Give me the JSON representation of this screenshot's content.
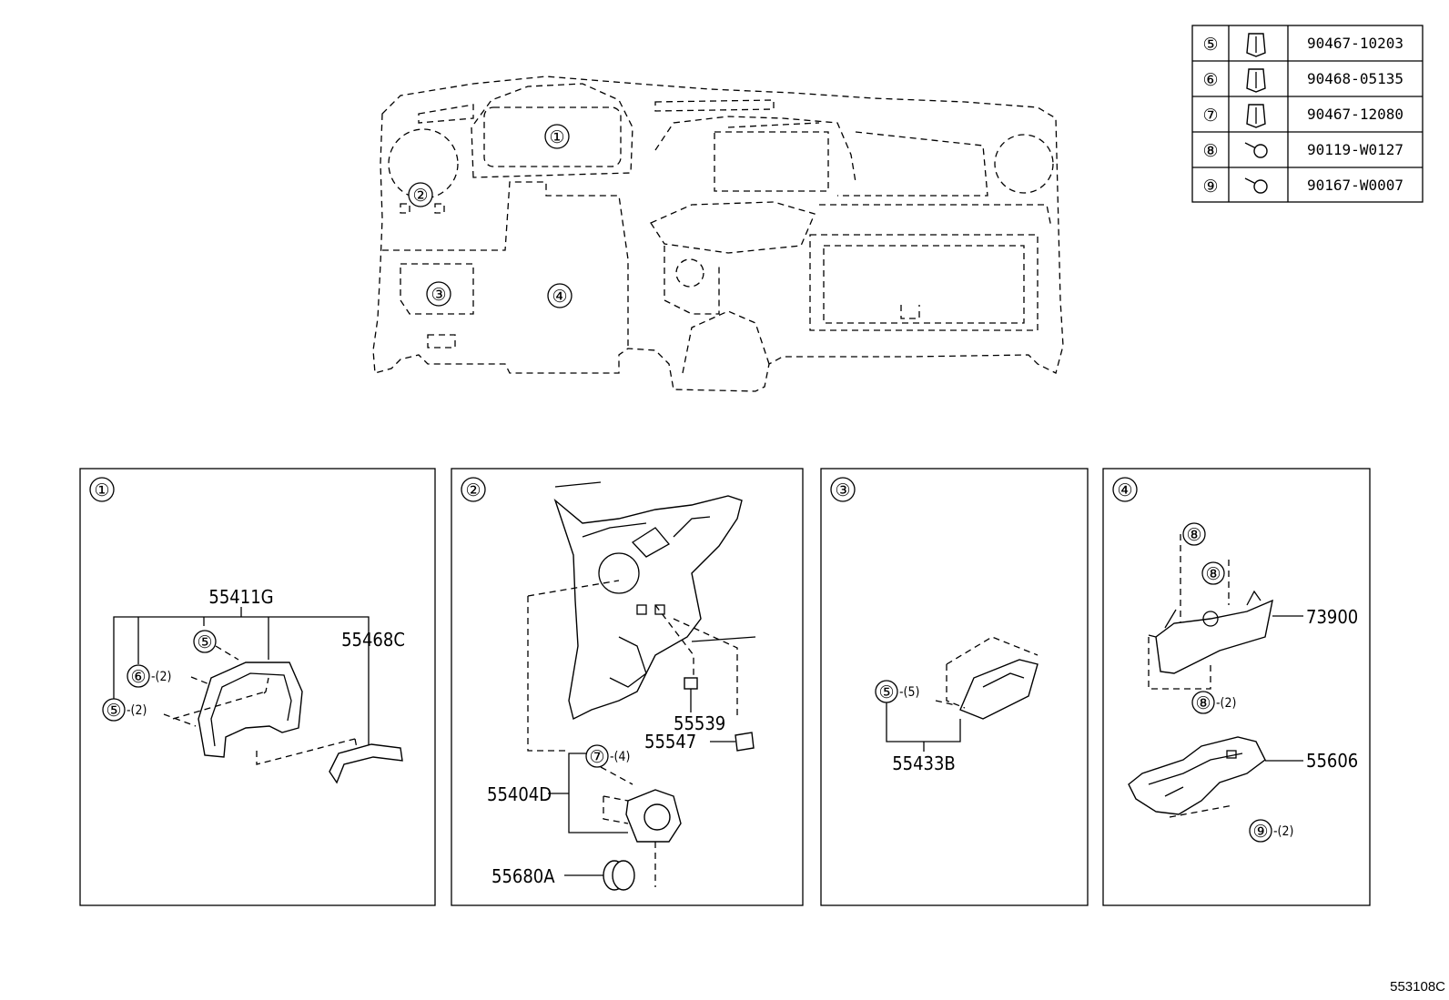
{
  "diagram_code": "553108C",
  "overview": {
    "callouts": [
      "①",
      "②",
      "③",
      "④"
    ]
  },
  "fastener_table": [
    {
      "ref": "⑤",
      "icon": "clip-icon",
      "part_no": "90467-10203"
    },
    {
      "ref": "⑥",
      "icon": "clip-icon",
      "part_no": "90468-05135"
    },
    {
      "ref": "⑦",
      "icon": "clip-icon",
      "part_no": "90467-12080"
    },
    {
      "ref": "⑧",
      "icon": "screw-icon",
      "part_no": "90119-W0127"
    },
    {
      "ref": "⑨",
      "icon": "screw-icon",
      "part_no": "90167-W0007"
    }
  ],
  "panels": [
    {
      "id": "①",
      "labels": {
        "meter_hood": "55411G",
        "garnish": "55468C",
        "clip5": "⑤",
        "clip6": "⑥",
        "qty6": "-(2)",
        "clip5b": "⑤",
        "qty5b": "-(2)"
      }
    },
    {
      "id": "②",
      "labels": {
        "p1": "55539",
        "p2": "55547",
        "clip7": "⑦",
        "qty7": "-(4)",
        "p3": "55404D",
        "p4": "55680A"
      }
    },
    {
      "id": "③",
      "labels": {
        "clip5": "⑤",
        "qty5": "-(5)",
        "p1": "55433B"
      }
    },
    {
      "id": "④",
      "labels": {
        "screw8a": "⑧",
        "screw8b": "⑧",
        "p1": "73900",
        "screw8c": "⑧",
        "qty8c": "-(2)",
        "p2": "55606",
        "screw9": "⑨",
        "qty9": "-(2)"
      }
    }
  ]
}
